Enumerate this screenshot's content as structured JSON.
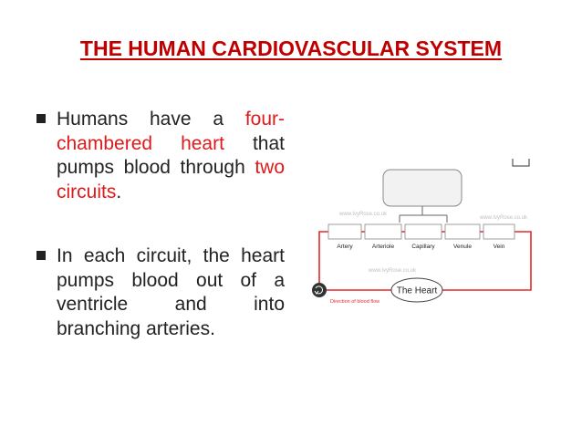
{
  "slide": {
    "title": "THE HUMAN CARDIOVASCULAR SYSTEM",
    "bullets": [
      {
        "parts": [
          {
            "text": "Humans have a ",
            "highlight": false
          },
          {
            "text": "four-chambered heart",
            "highlight": true
          },
          {
            "text": " that pumps blood through ",
            "highlight": false
          },
          {
            "text": "two circuits",
            "highlight": true
          },
          {
            "text": ".",
            "highlight": false
          }
        ]
      },
      {
        "parts": [
          {
            "text": "In each circuit, the heart pumps blood out of a ventricle and into branching arteries.",
            "highlight": false
          }
        ]
      }
    ],
    "highlight_color": "#e0191b",
    "title_color": "#c00000"
  },
  "diagram": {
    "vessels": [
      "Artery",
      "Arteriole",
      "Capillary",
      "Venule",
      "Vein"
    ],
    "heart_label": "The Heart",
    "direction_label": "Direction of blood flow",
    "watermark": "www.IvyRose.co.uk",
    "line_color": "#e32a2a"
  }
}
